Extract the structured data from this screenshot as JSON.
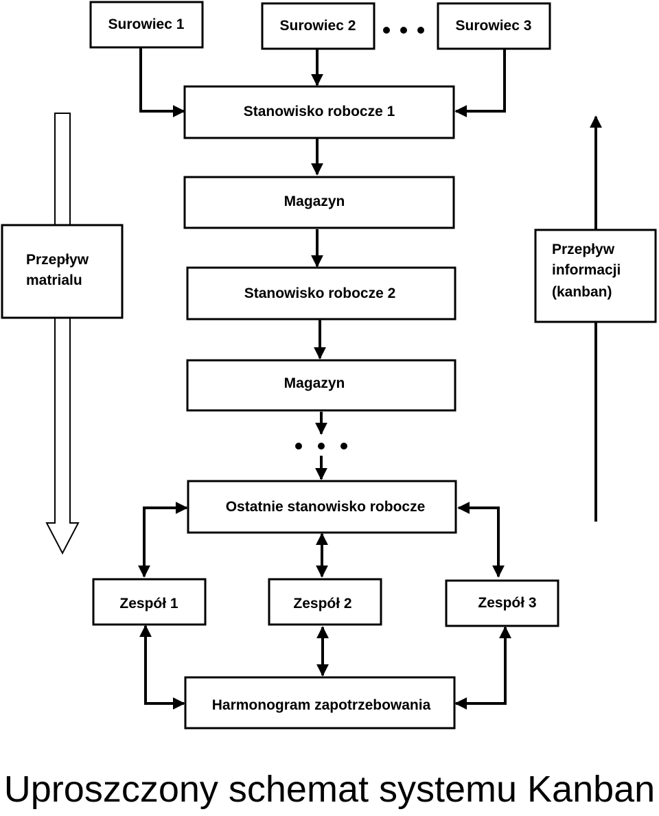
{
  "diagram": {
    "raw": [
      "Surowiec 1",
      "Surowiec 2",
      "Surowiec 3"
    ],
    "ellipsis": "•••",
    "workstation1": "Stanowisko robocze 1",
    "warehouse": "Magazyn",
    "workstation2": "Stanowisko robocze 2",
    "last_workstation": "Ostatnie stanowisko robocze",
    "teams": [
      "Zespół 1",
      "Zespół 2",
      "Zespół 3"
    ],
    "schedule": "Harmonogram zapotrzebowania",
    "material_flow": [
      "Przepływ",
      "matrialu"
    ],
    "info_flow": [
      "Przepływ",
      "informacji",
      "(kanban)"
    ]
  },
  "caption": "Uproszczony schemat systemu Kanban"
}
